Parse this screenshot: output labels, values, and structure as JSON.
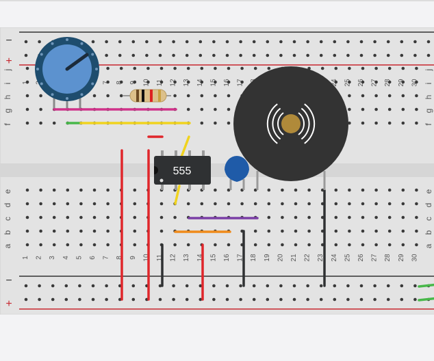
{
  "breadboard": {
    "rail_minus_label": "−",
    "rail_plus_label": "+",
    "row_letters_top": [
      "j",
      "i",
      "h",
      "g",
      "f"
    ],
    "row_letters_bottom": [
      "e",
      "d",
      "c",
      "b",
      "a"
    ],
    "column_numbers": [
      "1",
      "2",
      "3",
      "4",
      "5",
      "6",
      "7",
      "8",
      "9",
      "10",
      "11",
      "12",
      "13",
      "14",
      "15",
      "16",
      "17",
      "18",
      "19",
      "20",
      "21",
      "22",
      "23",
      "24",
      "25",
      "26",
      "27",
      "28",
      "29",
      "30"
    ]
  },
  "components": {
    "ic_label": "555",
    "potentiometer": "potentiometer",
    "resistor": "resistor",
    "capacitor": "ceramic-capacitor",
    "buzzer": "piezo-buzzer"
  },
  "colors": {
    "red_wire": "#e0262b",
    "black_wire": "#2f3133",
    "yellow_wire": "#f0d31f",
    "magenta_wire": "#d0338a",
    "green_wire": "#48b84a",
    "purple_wire": "#7b3fa6",
    "orange_wire": "#f08b1b",
    "rail_red": "#c7262e",
    "rail_black": "#333333",
    "pot_blue": "#5c92cf",
    "cap_blue": "#1f5ba8",
    "buzzer_body": "#333333",
    "buzzer_gold": "#b08a3a"
  }
}
